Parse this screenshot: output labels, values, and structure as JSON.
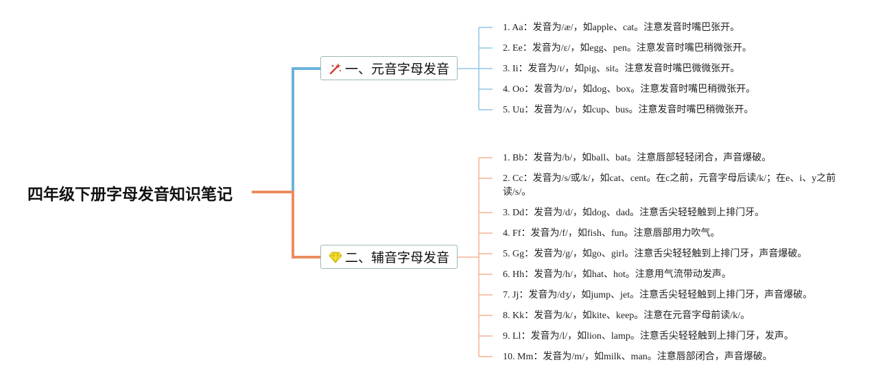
{
  "root": {
    "title": "四年级下册字母发音知识笔记"
  },
  "branches": [
    {
      "label": "一、元音字母发音",
      "icon": "sparkle-wand-icon",
      "color": "#6ab1dc",
      "items": [
        "1. Aa：发音为/æ/，如apple、cat。注意发音时嘴巴张开。",
        "2. Ee：发音为/ɛ/，如egg、pen。注意发音时嘴巴稍微张开。",
        "3. Ii：发音为/ɪ/，如pig、sit。注意发音时嘴巴微微张开。",
        "4. Oo：发音为/ɒ/，如dog、box。注意发音时嘴巴稍微张开。",
        "5. Uu：发音为/ʌ/，如cup、bus。注意发音时嘴巴稍微张开。"
      ]
    },
    {
      "label": "二、辅音字母发音",
      "icon": "diamond-icon",
      "color": "#ec8c5f",
      "items": [
        "1. Bb：发音为/b/，如ball、bat。注意唇部轻轻闭合，声音爆破。",
        "2. Cc：发音为/s/或/k/，如cat、cent。在c之前，元音字母后读/k/；在e、i、y之前读/s/。",
        "3. Dd：发音为/d/，如dog、dad。注意舌尖轻轻触到上排门牙。",
        "4. Ff：发音为/f/，如fish、fun。注意唇部用力吹气。",
        "5. Gg：发音为/g/，如go、girl。注意舌尖轻轻触到上排门牙，声音爆破。",
        "6. Hh：发音为/h/，如hat、hot。注意用气流带动发声。",
        "7. Jj：发音为/dʒ/，如jump、jet。注意舌尖轻轻触到上排门牙，声音爆破。",
        "8. Kk：发音为/k/，如kite、keep。注意在元音字母前读/k/。",
        "9. Ll：发音为/l/，如lion、lamp。注意舌尖轻轻触到上排门牙，发声。",
        "10. Mm：发音为/m/，如milk、man。注意唇部闭合，声音爆破。"
      ]
    }
  ]
}
